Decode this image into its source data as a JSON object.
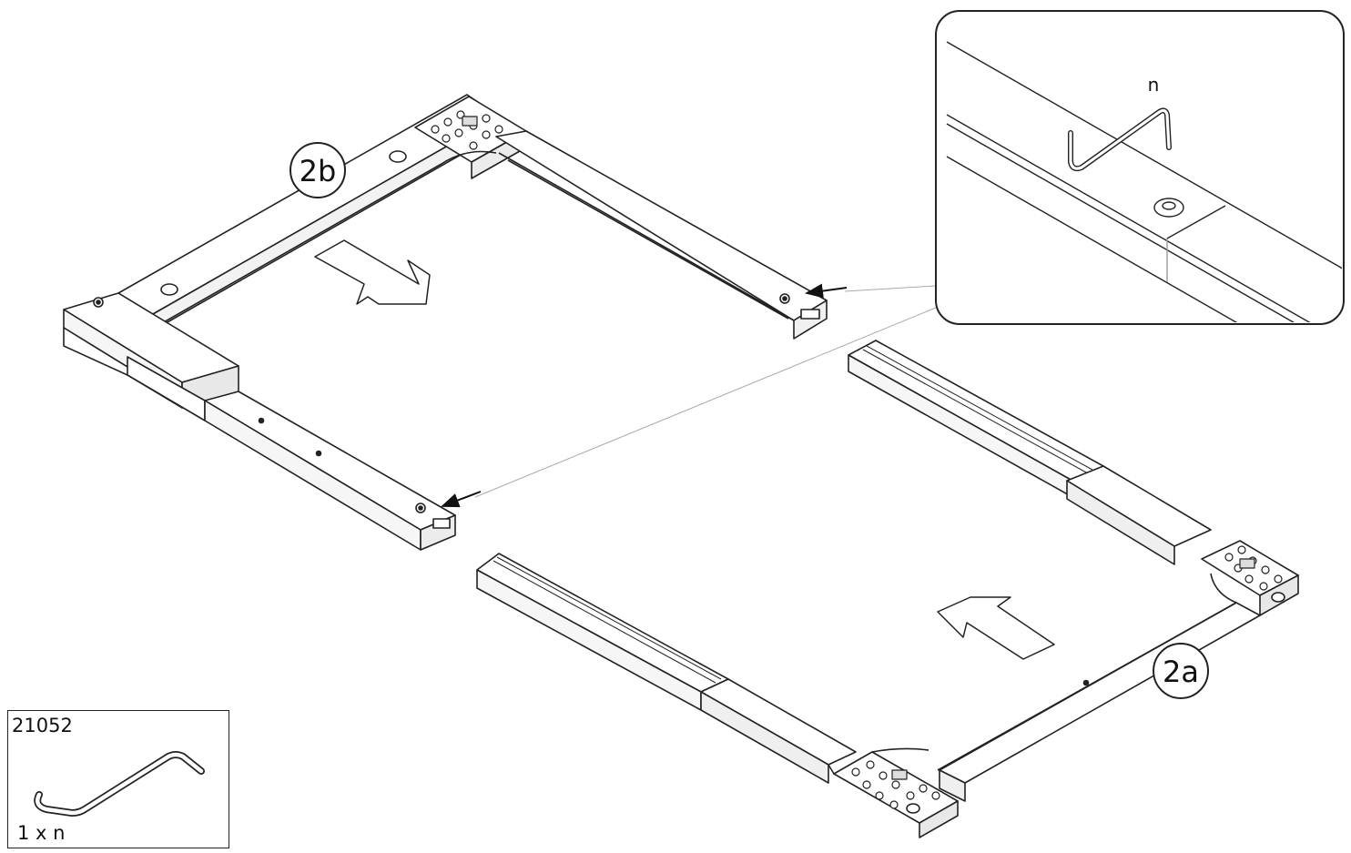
{
  "callouts": {
    "step_2a": "2a",
    "step_2b": "2b",
    "tool_label": "n"
  },
  "parts": {
    "part_number": "21052",
    "quantity_label": "1 x n",
    "icon": "hex-key-icon"
  },
  "colors": {
    "line": "#222222",
    "guide": "#aaaaaa",
    "bg": "#ffffff"
  }
}
